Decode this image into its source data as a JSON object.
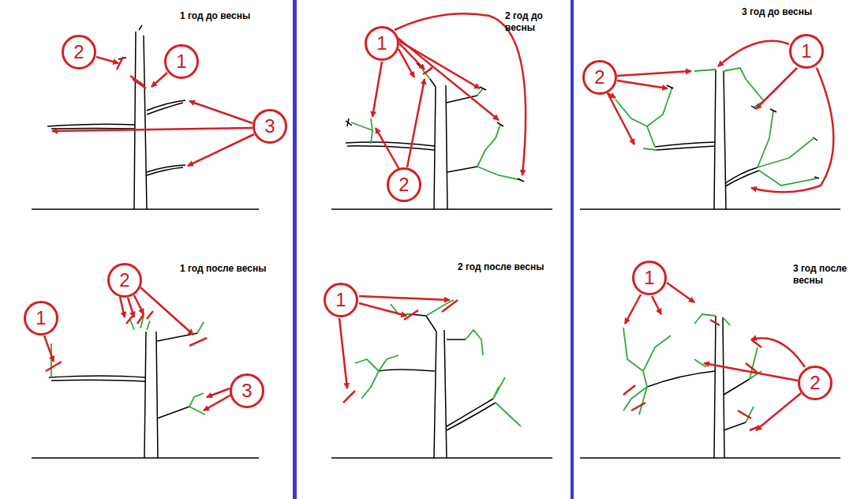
{
  "diagram": {
    "nodes": [
      {
        "text": [
          "2"
        ]
      },
      {
        "text": [
          "1"
        ]
      },
      {
        "text": [
          "3"
        ]
      },
      {
        "text": [
          "1"
        ]
      },
      {
        "text": [
          "2"
        ]
      },
      {
        "text": [
          "1"
        ]
      },
      {
        "text": [
          "2"
        ]
      },
      {
        "text": [
          "2"
        ]
      },
      {
        "text": [
          "1"
        ]
      },
      {
        "text": [
          "3"
        ]
      },
      {
        "text": [
          "1"
        ]
      },
      {
        "text": [
          "1"
        ]
      },
      {
        "text": [
          "2"
        ]
      }
    ],
    "labels": [
      "1 год до весны",
      "2 год до весны",
      "3 год до весны",
      "1 год после весны",
      "2 год после весны",
      "3 год после весны"
    ]
  }
}
